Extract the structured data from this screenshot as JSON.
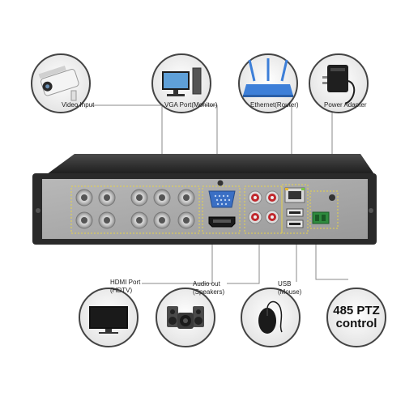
{
  "top_labels": {
    "video_input": "Video Input",
    "vga_port": "VGA Port(Monitor)",
    "ethernet": "Ethernet(Router)",
    "power_adapter": "Power Adapter"
  },
  "bottom_labels": {
    "hdmi_line1": "HDMI Port",
    "hdmi_line2": "(HDTV)",
    "audio_line1": "Audio out",
    "audio_line2": "(Speakers)",
    "usb_line1": "USB",
    "usb_line2": "(Mouse)",
    "ptz_line1": "485 PTZ",
    "ptz_line2": "control"
  },
  "icons": {
    "camera": "security-camera-icon",
    "monitor": "desktop-computer-icon",
    "router": "wifi-router-icon",
    "adapter": "power-adapter-icon",
    "tv": "hdtv-icon",
    "speakers": "speakers-icon",
    "mouse": "mouse-icon"
  },
  "colors": {
    "connector_lines": "#8a8a8a",
    "highlight_outline": "#e8d44a",
    "panel": "#a9a9a9",
    "chassis": "#2a2a2a"
  }
}
